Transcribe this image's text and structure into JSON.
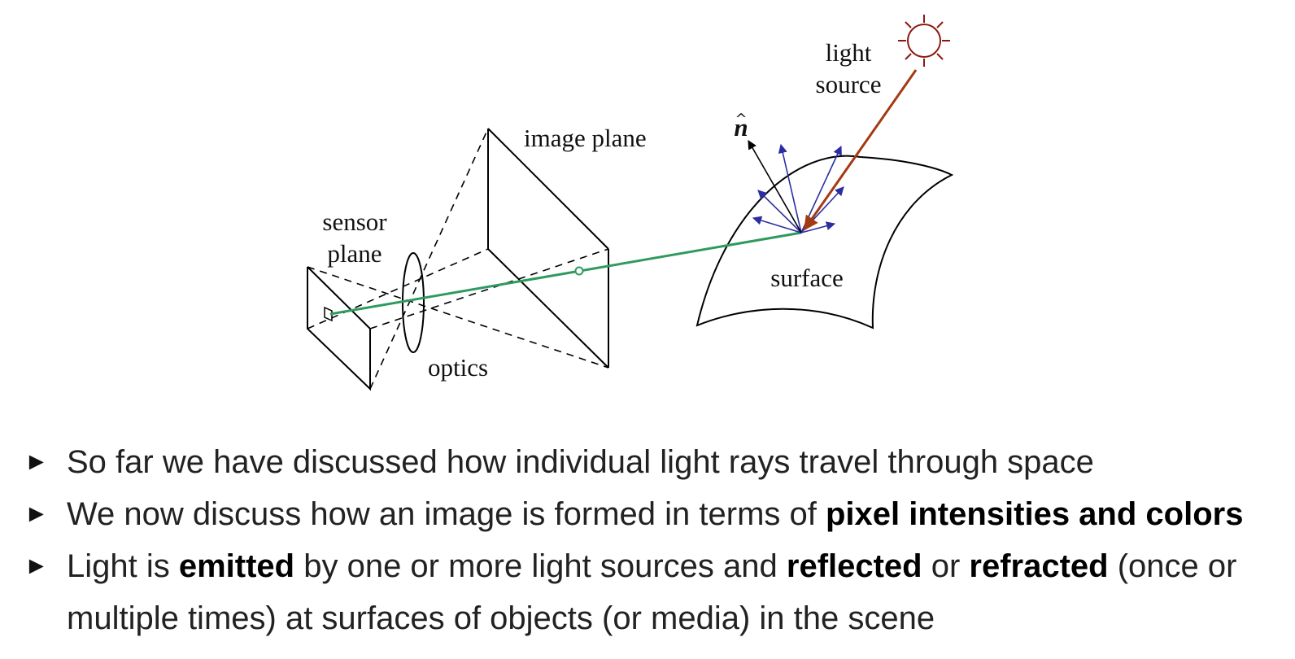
{
  "diagram": {
    "labels": {
      "light_source_line1": "light",
      "light_source_line2": "source",
      "image_plane": "image plane",
      "sensor_plane_line1": "sensor",
      "sensor_plane_line2": "plane",
      "optics": "optics",
      "surface": "surface",
      "normal": "n"
    },
    "colors": {
      "ray": "#2e9a5e",
      "light_ray": "#a33a12",
      "sun": "#8b1a10",
      "reflections": "#2b2ea0",
      "outline": "#000000"
    }
  },
  "bullets": {
    "marker": "►",
    "items": [
      {
        "segments": [
          {
            "text": "So far we have discussed how individual light rays travel through space",
            "bold": false
          }
        ]
      },
      {
        "segments": [
          {
            "text": "We now discuss how an image is formed in terms of ",
            "bold": false
          },
          {
            "text": "pixel intensities and colors",
            "bold": true
          }
        ]
      },
      {
        "segments": [
          {
            "text": "Light is ",
            "bold": false
          },
          {
            "text": "emitted",
            "bold": true
          },
          {
            "text": " by one or more light sources and ",
            "bold": false
          },
          {
            "text": "reflected",
            "bold": true
          },
          {
            "text": " or ",
            "bold": false
          },
          {
            "text": "refracted",
            "bold": true
          },
          {
            "text": " (once or multiple times) at surfaces of objects (or media) in the scene",
            "bold": false
          }
        ]
      }
    ]
  }
}
